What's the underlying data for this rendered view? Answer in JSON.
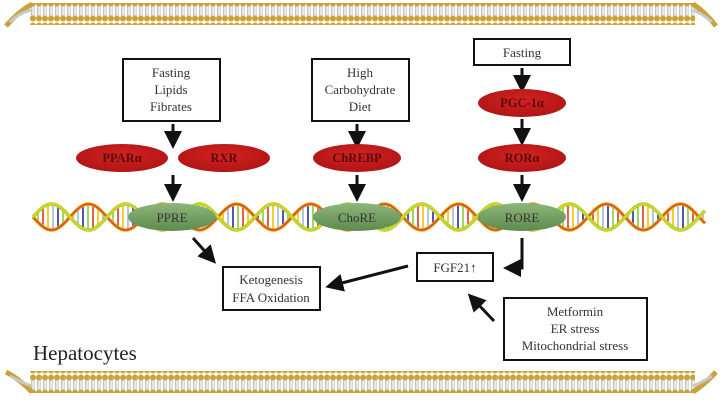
{
  "diagram": {
    "cell_label": "Hepatocytes",
    "colors": {
      "transcription_factor": "#c41c1c",
      "response_element": "#6e9a5a",
      "membrane_gold": "#c9a23a",
      "membrane_silver": "#c8c8c8",
      "box_border": "#111111",
      "arrow": "#111111"
    },
    "stimuli": [
      {
        "id": "ppar-stimuli",
        "lines": [
          "Fasting",
          "Lipids",
          "Fibrates"
        ]
      },
      {
        "id": "chrebp-stimuli",
        "lines": [
          "High",
          "Carbohydrate",
          "Diet"
        ]
      },
      {
        "id": "ror-stimuli",
        "lines": [
          "Fasting"
        ]
      }
    ],
    "transcription_factors": [
      {
        "id": "ppara",
        "label": "PPARα"
      },
      {
        "id": "rxr",
        "label": "RXR"
      },
      {
        "id": "chrebp",
        "label": "ChREBP"
      },
      {
        "id": "pgc1a",
        "label": "PGC-1α"
      },
      {
        "id": "rora",
        "label": "RORα"
      }
    ],
    "response_elements": [
      {
        "id": "ppre",
        "label": "PPRE"
      },
      {
        "id": "chore",
        "label": "ChoRE"
      },
      {
        "id": "rore",
        "label": "RORE"
      }
    ],
    "fgf21": {
      "label": "FGF21↑"
    },
    "outcome": {
      "lines": [
        "Ketogenesis",
        "FFA Oxidation"
      ]
    },
    "inducers": {
      "lines": [
        "Metformin",
        "ER stress",
        "Mitochondrial stress"
      ]
    }
  }
}
